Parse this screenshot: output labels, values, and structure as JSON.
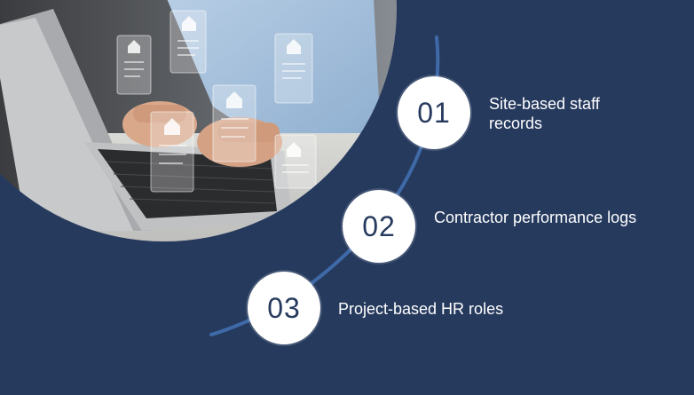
{
  "colors": {
    "background": "#263a5e",
    "circle_fill": "#ffffff",
    "number_text": "#263a5e",
    "curve": "#3f6aa8",
    "label_text": "#ffffff"
  },
  "photo": {
    "description_icon": "laptop-with-floating-document-icons"
  },
  "steps": [
    {
      "number": "01",
      "label": "Site-based staff records"
    },
    {
      "number": "02",
      "label": "Contractor performance logs"
    },
    {
      "number": "03",
      "label": "Project-based HR roles"
    }
  ]
}
